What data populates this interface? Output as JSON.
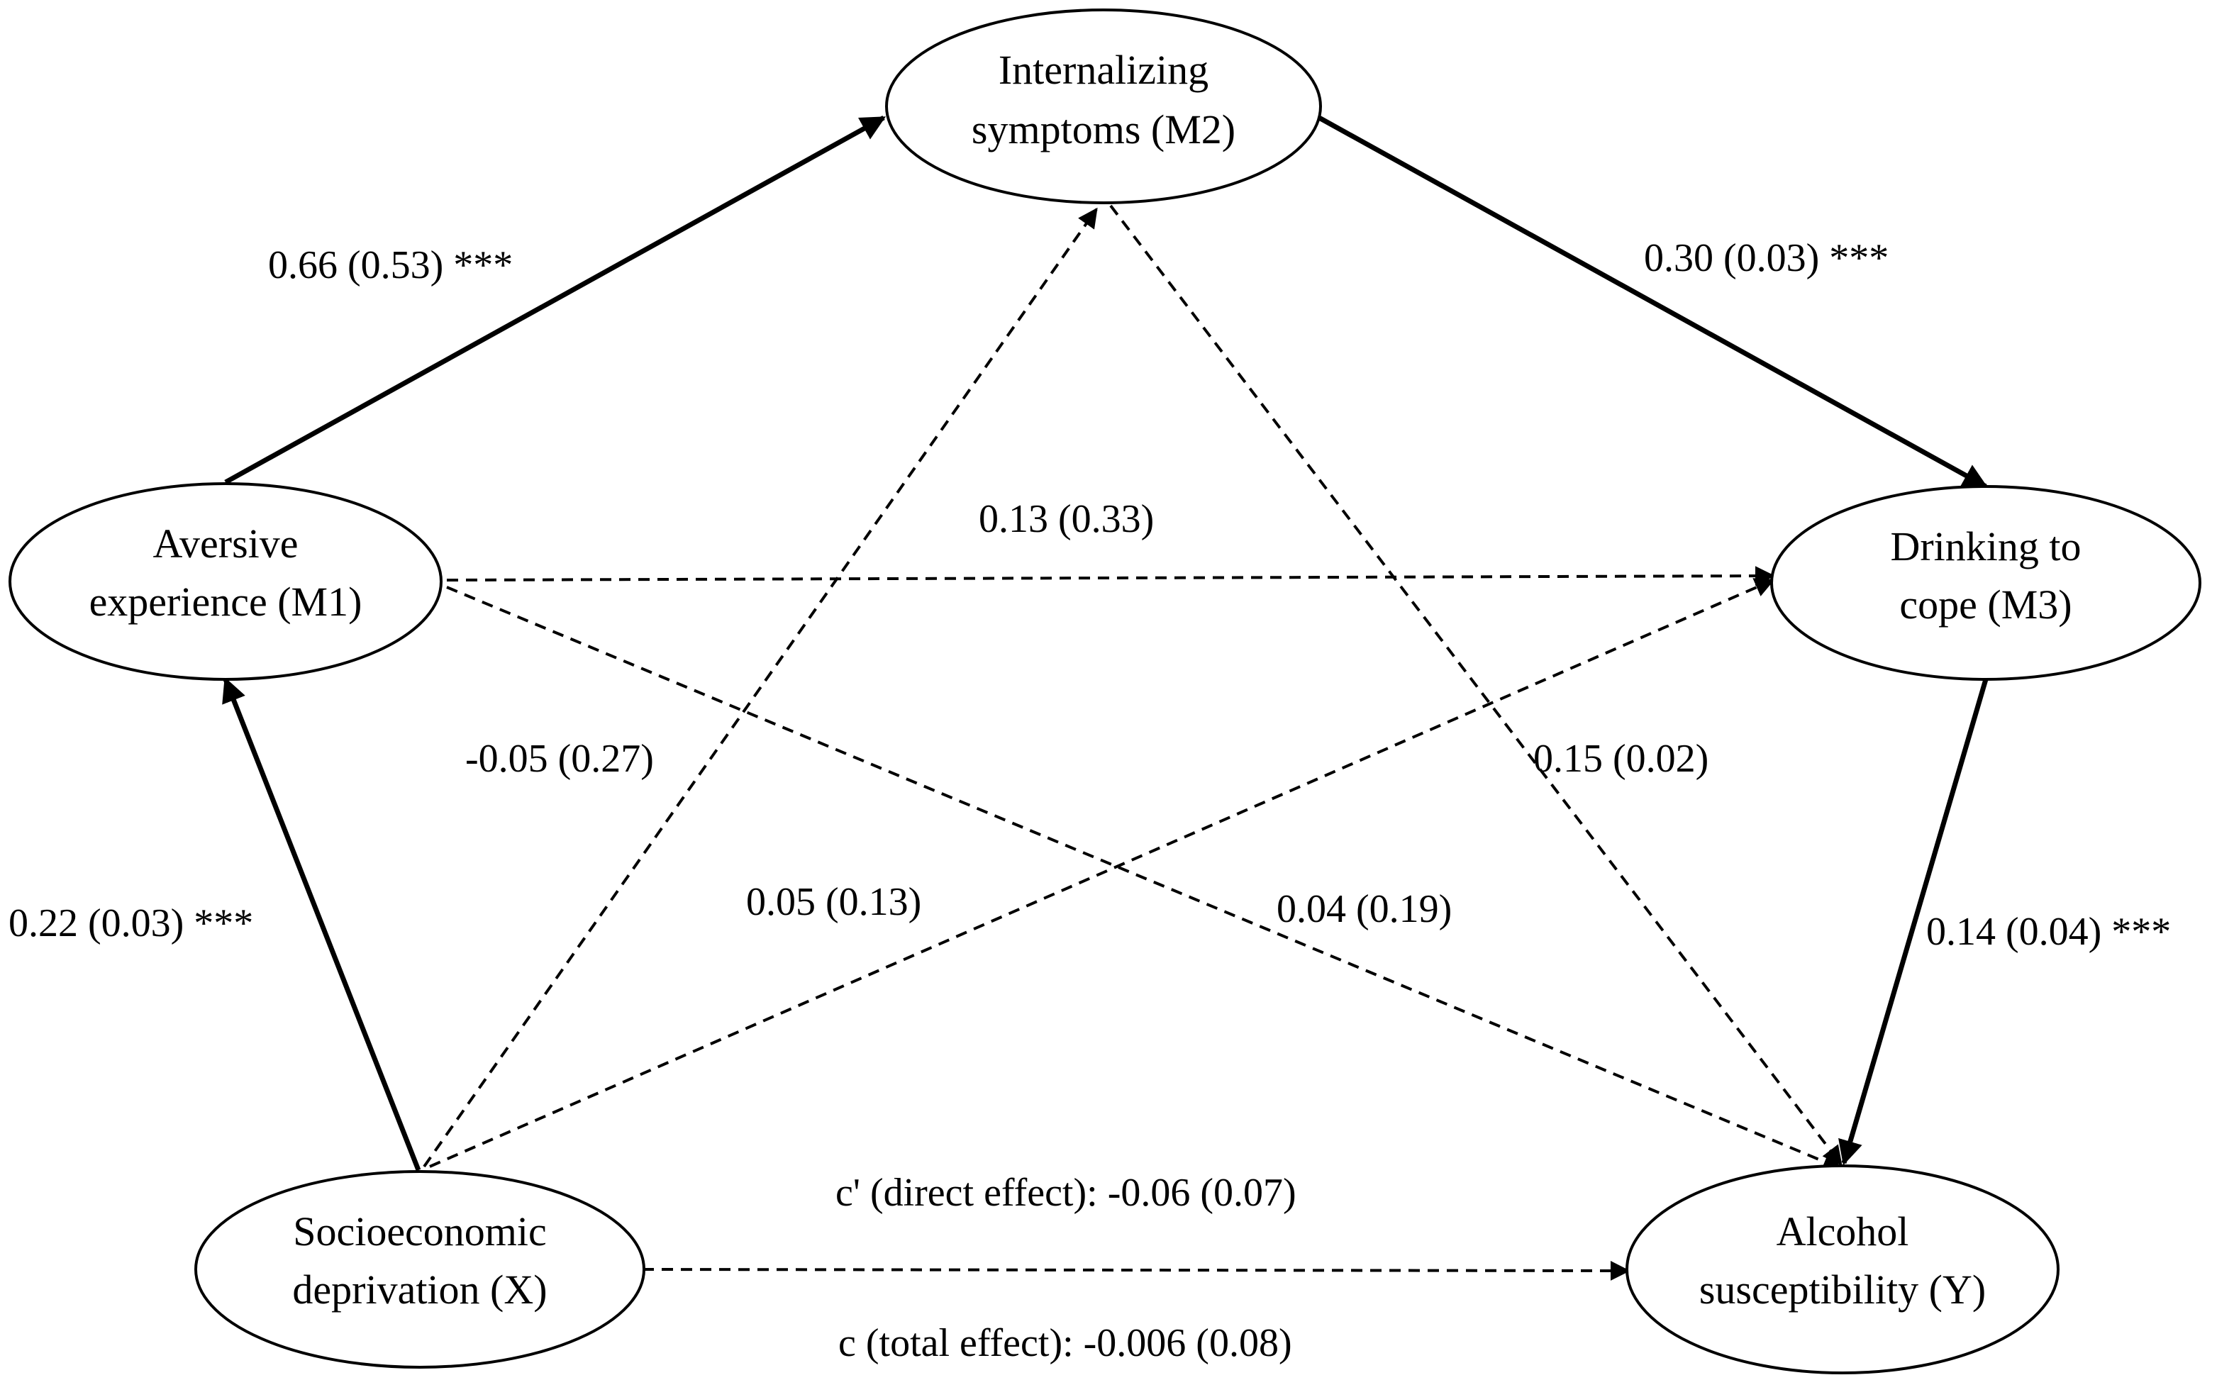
{
  "nodes": {
    "x": {
      "lines": [
        "Socioeconomic",
        "deprivation (X)"
      ]
    },
    "m1": {
      "lines": [
        "Aversive",
        "experience (M1)"
      ]
    },
    "m2": {
      "lines": [
        "Internalizing",
        "symptoms (M2)"
      ]
    },
    "m3": {
      "lines": [
        "Drinking to",
        "cope (M3)"
      ]
    },
    "y": {
      "lines": [
        "Alcohol",
        "susceptibility (Y)"
      ]
    }
  },
  "paths": [
    {
      "id": "x-m1",
      "from": "x",
      "to": "m1",
      "style": "solid",
      "label": "0.22 (0.03) ***"
    },
    {
      "id": "m1-m2",
      "from": "m1",
      "to": "m2",
      "style": "solid",
      "label": "0.66 (0.53) ***"
    },
    {
      "id": "m2-m3",
      "from": "m2",
      "to": "m3",
      "style": "solid",
      "label": "0.30 (0.03) ***"
    },
    {
      "id": "m3-y",
      "from": "m3",
      "to": "y",
      "style": "solid",
      "label": "0.14 (0.04) ***"
    },
    {
      "id": "m1-m3",
      "from": "m1",
      "to": "m3",
      "style": "dashed",
      "label": "0.13 (0.33)"
    },
    {
      "id": "x-m2",
      "from": "x",
      "to": "m2",
      "style": "dashed",
      "label": "-0.05 (0.27)"
    },
    {
      "id": "x-m3",
      "from": "x",
      "to": "m3",
      "style": "dashed",
      "label": "0.05 (0.13)"
    },
    {
      "id": "m2-y",
      "from": "m2",
      "to": "y",
      "style": "dashed",
      "label": "0.15 (0.02)"
    },
    {
      "id": "m1-y",
      "from": "m1",
      "to": "y",
      "style": "dashed",
      "label": "0.04 (0.19)"
    },
    {
      "id": "x-y",
      "from": "x",
      "to": "y",
      "style": "dashed",
      "label": "c' (direct effect): -0.06 (0.07)"
    }
  ],
  "total_effect": "c (total effect): -0.006 (0.08)"
}
